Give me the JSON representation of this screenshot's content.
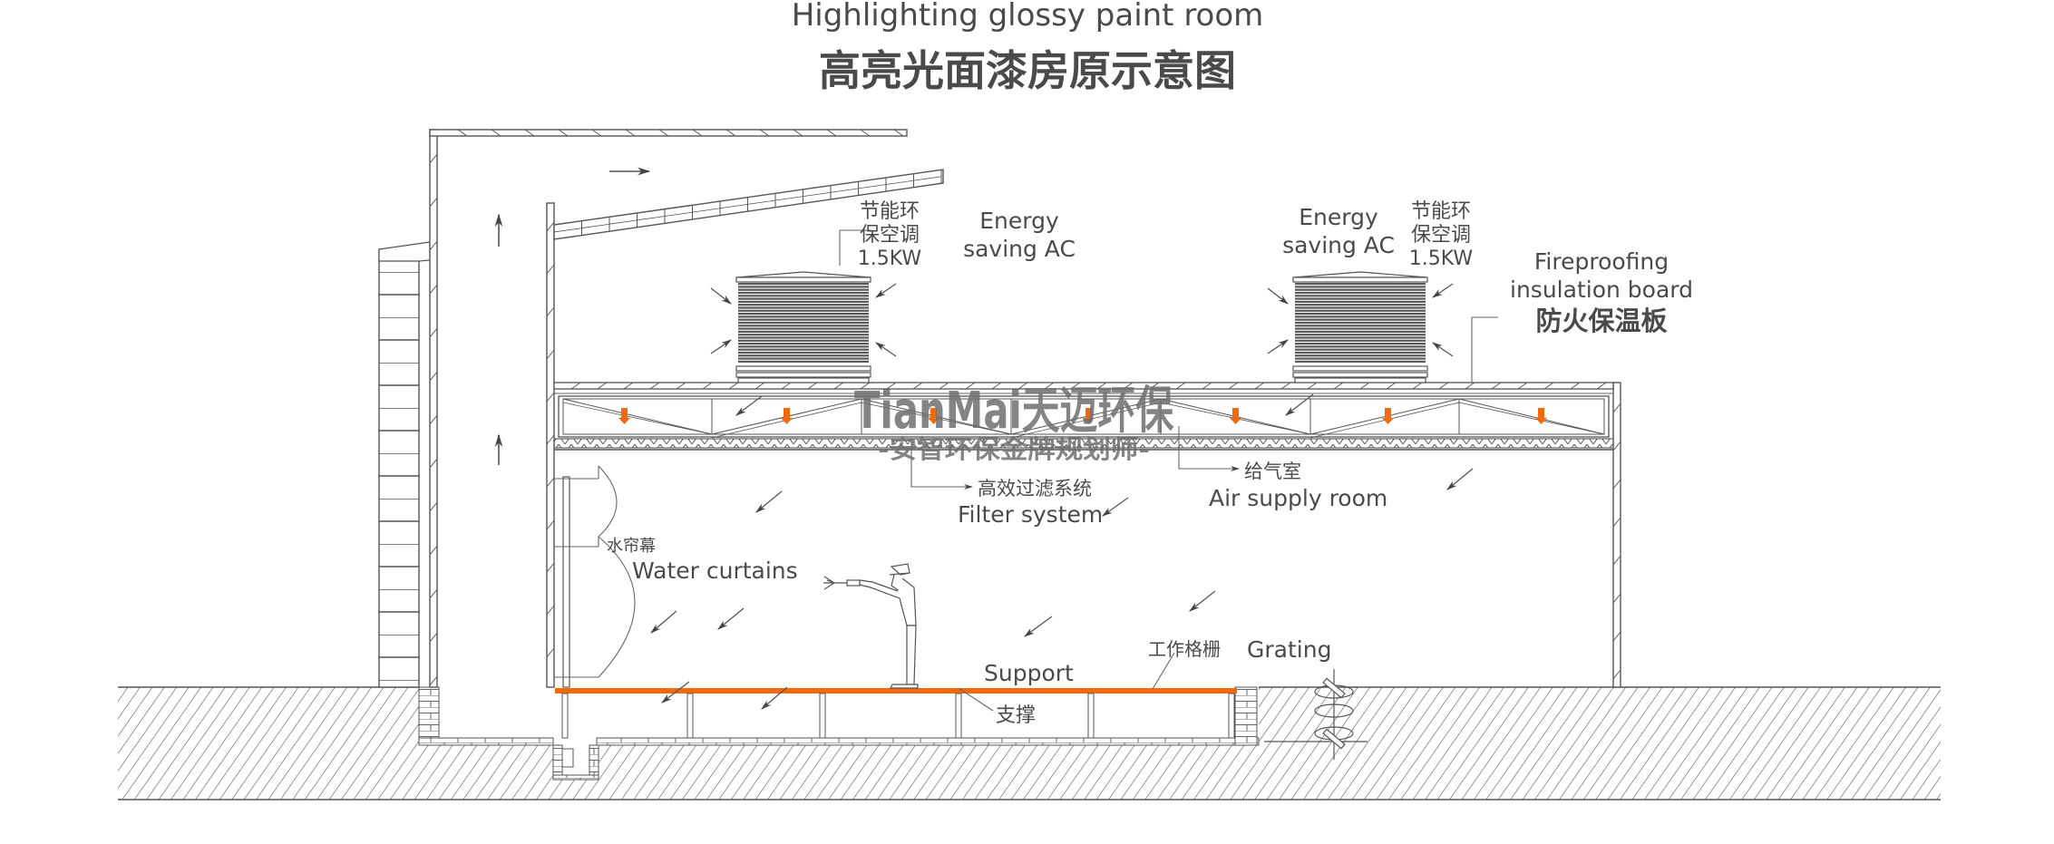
{
  "title": {
    "english": "Highlighting glossy paint room",
    "chinese": "高亮光面漆房原示意图"
  },
  "colors": {
    "line": "#555555",
    "text": "#4a4a4a",
    "accent_orange": "#f26a0e",
    "watermark": "#6f6f6f"
  },
  "labels": {
    "ac_left_cn": [
      "节能环",
      "保空调",
      "1.5KW"
    ],
    "ac_left_en": [
      "Energy",
      "saving AC"
    ],
    "ac_right_en": [
      "Energy",
      "saving AC"
    ],
    "ac_right_cn": [
      "节能环",
      "保空调",
      "1.5KW"
    ],
    "fireproof_en": [
      "Fireproofing",
      "insulation board"
    ],
    "fireproof_cn": "防火保温板",
    "filter_cn": "高效过滤系统",
    "filter_en": "Filter system",
    "air_supply_cn": "给气室",
    "air_supply_en": "Air supply room",
    "water_curtain_cn": "水帘幕",
    "water_curtain_en": "Water curtains",
    "support_en": "Support",
    "support_cn": "支撑",
    "grating_cn": "工作格栅",
    "grating_en": "Grating"
  },
  "watermark": {
    "line1": "TianMai天迈环保",
    "line2": "-安智环保金牌规划师-"
  }
}
